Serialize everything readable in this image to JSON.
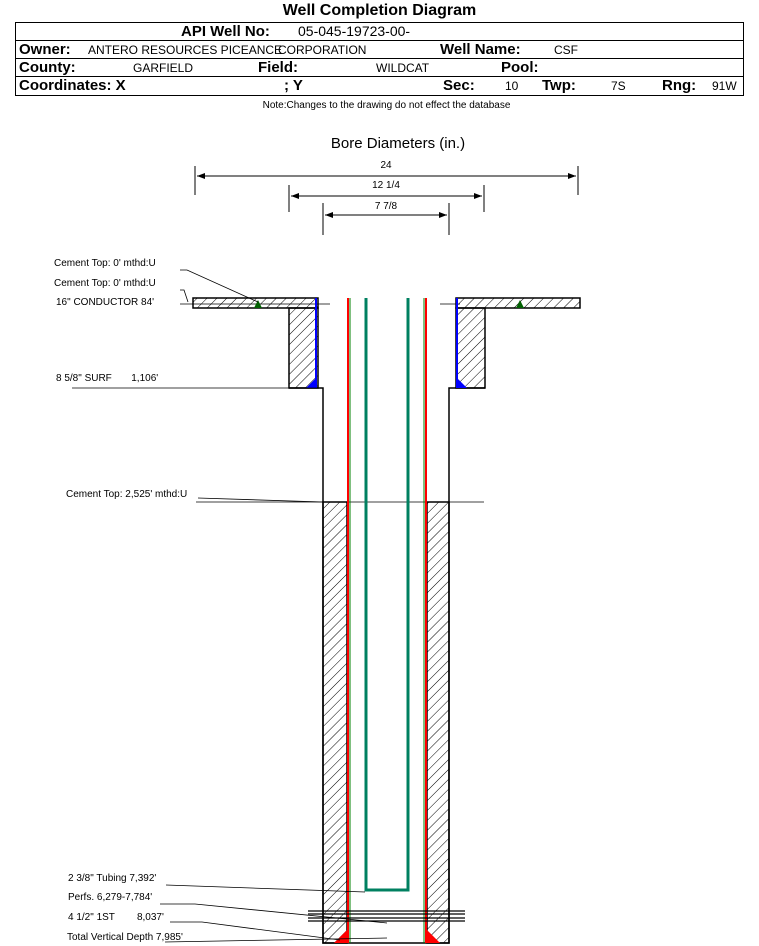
{
  "header": {
    "title": "Well Completion Diagram"
  },
  "table": {
    "api_label": "API Well No:",
    "api_value": "05-045-19723-00-",
    "owner_label": "Owner:",
    "owner_value_1": "ANTERO RESOURCES PICEANCE",
    "owner_value_2": "CORPORATION",
    "well_name_label": "Well Name:",
    "well_name_value": "CSF",
    "county_label": "County:",
    "county_value": "GARFIELD",
    "field_label": "Field:",
    "field_value": "WILDCAT",
    "pool_label": "Pool:",
    "coords_label": "Coordinates: X",
    "y_label": "; Y",
    "sec_label": "Sec:",
    "sec_value": "10",
    "twp_label": "Twp:",
    "twp_value": "7S",
    "rng_label": "Rng:",
    "rng_value": "91W"
  },
  "note": "Note:Changes to the drawing do not effect the database",
  "diagram": {
    "bore_title": "Bore Diameters (in.)",
    "bore_diameters": [
      "24",
      "12 1/4",
      "7 7/8"
    ],
    "labels": {
      "cement_top_1": "Cement Top: 0' mthd:U",
      "cement_top_2": "Cement Top: 0' mthd:U",
      "conductor": "16\" CONDUCTOR  84'",
      "surface": "8 5/8\" SURF       1,106'",
      "cement_top_3": "Cement Top: 2,525' mthd:U",
      "tubing": "2 3/8\" Tubing 7,392'",
      "perfs": "Perfs. 6,279-7,784'",
      "production": "4 1/2\" 1ST        8,037'",
      "tvd": "Total Vertical Depth 7,985'"
    },
    "colors": {
      "production_casing": "#ff0000",
      "casing_outline": "#008000",
      "tubing": "#008060",
      "surface_cement": "#0000ff"
    }
  }
}
